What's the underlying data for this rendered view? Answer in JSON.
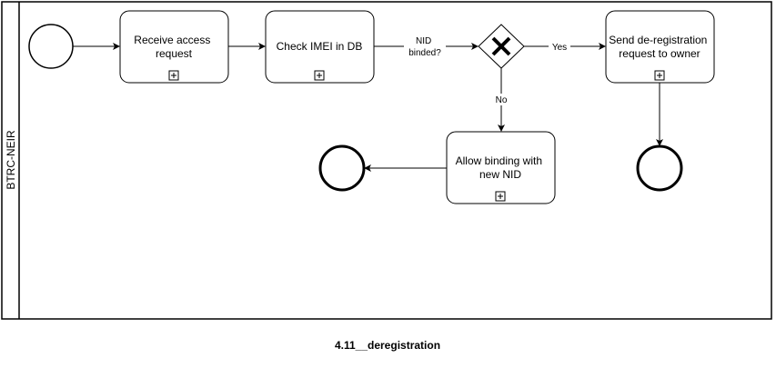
{
  "lane": {
    "name": "BTRC-NEIR"
  },
  "tasks": {
    "receive": {
      "line1": "Receive access",
      "line2": "request"
    },
    "check": {
      "line1": "Check IMEI in DB"
    },
    "allow": {
      "line1": "Allow binding with",
      "line2": "new NID"
    },
    "send": {
      "line1": "Send de-registration",
      "line2": "request to owner"
    }
  },
  "edges": {
    "nid_binded": {
      "line1": "NID",
      "line2": "binded?"
    },
    "yes": "Yes",
    "no": "No"
  },
  "caption": "4.11__deregistration",
  "colors": {
    "stroke": "#000000",
    "fill": "#ffffff"
  }
}
